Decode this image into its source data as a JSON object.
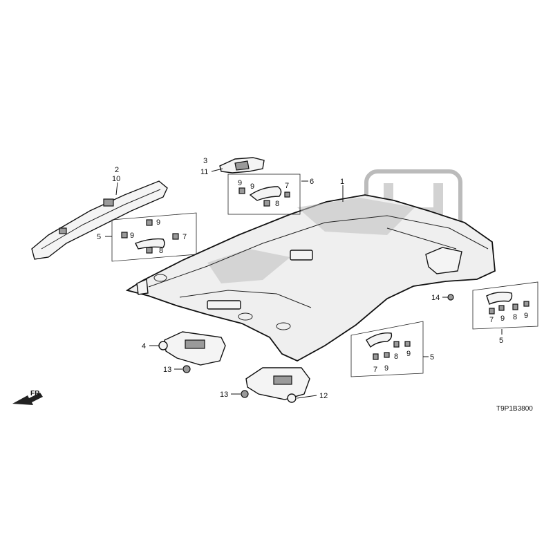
{
  "diagram": {
    "code": "T9P1B3800",
    "direction_label": "FR.",
    "callouts": {
      "c1": "1",
      "c2": "2",
      "c3": "3",
      "c4": "4",
      "c5a": "5",
      "c5b": "5",
      "c5c": "5",
      "c6": "6",
      "c10": "10",
      "c11": "11",
      "c12": "12",
      "c13a": "13",
      "c13b": "13",
      "c14": "14"
    },
    "group_left": {
      "n9a": "9",
      "n9b": "9",
      "n7": "7",
      "n8": "8"
    },
    "group_top": {
      "n9a": "9",
      "n9b": "9",
      "n7": "7",
      "n8": "8"
    },
    "group_mid": {
      "n7": "7",
      "n9a": "9",
      "n8": "8",
      "n9b": "9"
    },
    "group_right": {
      "n7": "7",
      "n9a": "9",
      "n8": "8",
      "n9b": "9"
    }
  }
}
